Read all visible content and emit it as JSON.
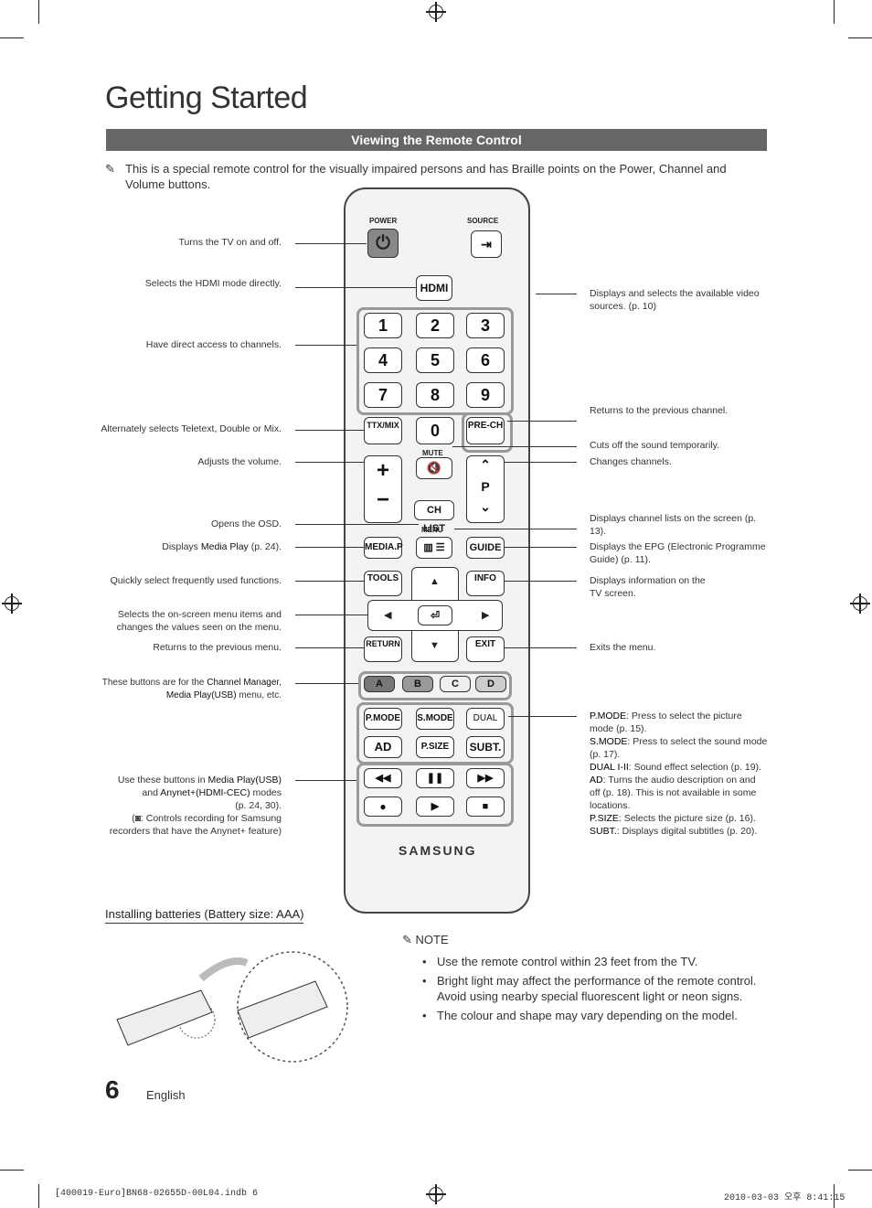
{
  "page": {
    "title": "Getting Started",
    "section_bar": "Viewing the Remote Control",
    "intro": "This is a special remote control for the visually impaired persons and has Braille points on the Power, Channel and Volume buttons.",
    "page_number": "6",
    "language": "English",
    "footer_left": "[400019-Euro]BN68-02655D-00L04.indb   6",
    "footer_right": "2010-03-03   오후 8:41:15"
  },
  "remote": {
    "power_label": "POWER",
    "source_label": "SOURCE",
    "hdmi": "HDMI",
    "digits": [
      "1",
      "2",
      "3",
      "4",
      "5",
      "6",
      "7",
      "8",
      "9"
    ],
    "zero": "0",
    "ttx": "TTX/MIX",
    "prech": "PRE-CH",
    "mute": "MUTE",
    "chlist": "CH LIST",
    "menu": "MENU",
    "mediap": "MEDIA.P",
    "guide": "GUIDE",
    "tools": "TOOLS",
    "info": "INFO",
    "return": "RETURN",
    "exit": "EXIT",
    "abcd": [
      "A",
      "B",
      "C",
      "D"
    ],
    "pmode": "P.MODE",
    "smode": "S.MODE",
    "dual": "DUAL",
    "ad": "AD",
    "psize": "P.SIZE",
    "subt": "SUBT.",
    "p": "P",
    "brand": "SAMSUNG"
  },
  "left_labels": {
    "power": "Turns the TV on and off.",
    "hdmi": "Selects the HDMI mode directly.",
    "digits": "Have direct access to channels.",
    "ttx": "Alternately selects Teletext, Double or Mix.",
    "volume": "Adjusts the volume.",
    "menu": "Opens the OSD.",
    "mediap_pre": "Displays ",
    "mediap_bold": "Media Play",
    "mediap_post": " (p. 24).",
    "tools": "Quickly select frequently used functions.",
    "nav": "Selects the on-screen menu items and changes the values seen on the menu.",
    "return": "Returns to the previous menu.",
    "abcd_pre": "These buttons are for the ",
    "abcd_b1": "Channel Manager",
    "abcd_mid": ", ",
    "abcd_b2": "Media Play(USB)",
    "abcd_post": " menu, etc.",
    "usb_1": "Use these buttons in ",
    "usb_1b": "Media Play(USB)",
    "usb_2": "and ",
    "usb_2b": "Anynet+(HDMI-CEC)",
    "usb_2c": " modes",
    "usb_3": "(p. 24, 30).",
    "usb_4": ": Controls recording for Samsung",
    "usb_5": "recorders that have the Anynet+ feature)"
  },
  "right_labels": {
    "source": "Displays and selects the available video sources. (p. 10)",
    "prech": "Returns to the previous channel.",
    "mute": "Cuts off the sound temporarily.",
    "channel": "Changes channels.",
    "chlist": "Displays channel lists on the screen (p. 13).",
    "guide": "Displays the EPG (Electronic Programme Guide) (p. 11).",
    "info": "Displays information on the TV screen.",
    "exit": "Exits the menu.",
    "modes": [
      {
        "k": "P.MODE",
        "v": ": Press to select the picture mode (p. 15)."
      },
      {
        "k": "S.MODE",
        "v": ": Press to select the sound mode (p. 17)."
      },
      {
        "k": "DUAL I-II",
        "v": ": Sound effect selection (p. 19)."
      },
      {
        "k": "AD",
        "v": ": Turns the audio description on and off (p. 18). This is not available in some locations."
      },
      {
        "k": "P.SIZE",
        "v": ": Selects the picture size (p. 16)."
      },
      {
        "k": "SUBT.",
        "v": ": Displays digital subtitles (p. 20)."
      }
    ]
  },
  "batteries": {
    "heading": "Installing batteries (Battery size: AAA)",
    "note": "NOTE",
    "bullets": [
      "Use the remote control within 23 feet from the TV.",
      "Bright light may affect the performance of the remote control. Avoid using nearby special fluorescent light or neon signs.",
      "The colour and shape may vary depending on the model."
    ]
  }
}
